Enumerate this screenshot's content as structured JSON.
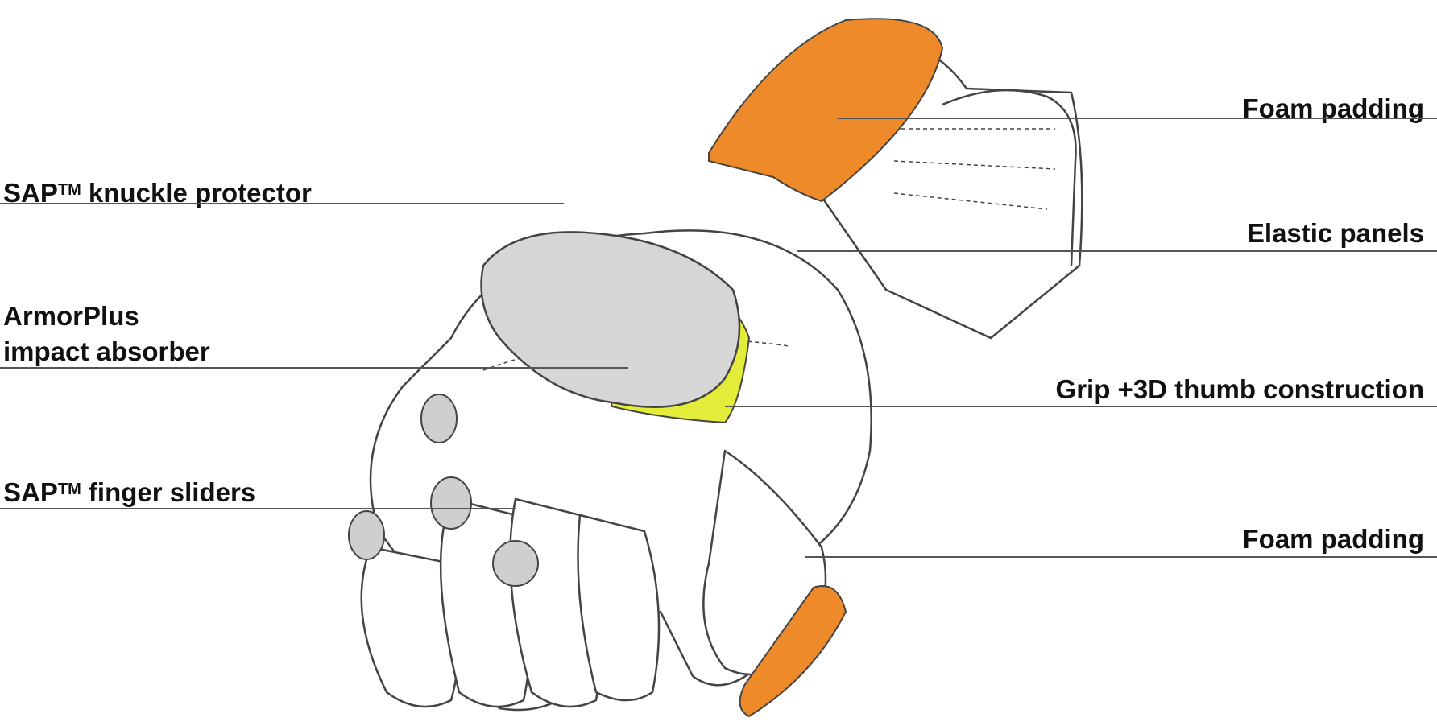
{
  "labels": {
    "foam_top": "Foam padding",
    "knuckle_prefix": "SAP",
    "knuckle_tm": "TM",
    "knuckle_suffix": "knuckle protector",
    "elastic": "Elastic panels",
    "armor_line1": "ArmorPlus",
    "armor_line2": "impact absorber",
    "grip": "Grip +3D thumb construction",
    "sliders_prefix": "SAP",
    "sliders_tm": "TM",
    "sliders_suffix": "finger sliders",
    "foam_bottom": "Foam padding"
  },
  "colors": {
    "foam": "#ee8a2a",
    "armor": "#e4ec3a",
    "sap": "#d6d6d6",
    "outline": "#444444"
  }
}
